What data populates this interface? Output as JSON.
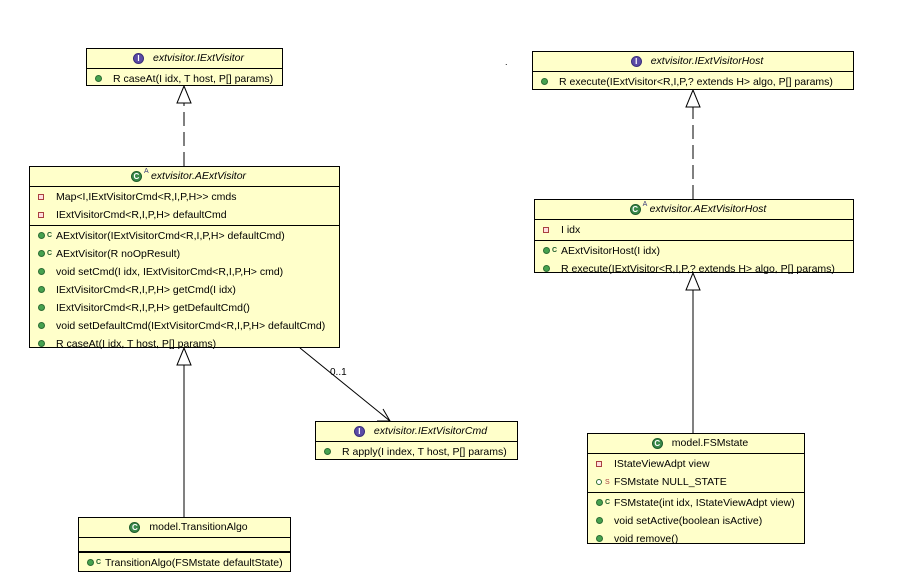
{
  "boxes": {
    "iextvisitor": {
      "name": "extvisitor.IExtVisitor",
      "methods": [
        "R caseAt(I idx, T host, P[] params)"
      ]
    },
    "aextvisitor": {
      "name": "extvisitor.AExtVisitor",
      "abstract_marker": "A",
      "fields": [
        "Map<I,IExtVisitorCmd<R,I,P,H>> cmds",
        "IExtVisitorCmd<R,I,P,H> defaultCmd"
      ],
      "methods": [
        "AExtVisitor(IExtVisitorCmd<R,I,P,H> defaultCmd)",
        "AExtVisitor(R noOpResult)",
        "void setCmd(I idx, IExtVisitorCmd<R,I,P,H> cmd)",
        "IExtVisitorCmd<R,I,P,H> getCmd(I idx)",
        "IExtVisitorCmd<R,I,P,H> getDefaultCmd()",
        "void setDefaultCmd(IExtVisitorCmd<R,I,P,H> defaultCmd)",
        "R caseAt(I idx, T host, P[] params)"
      ]
    },
    "iextvisitorcmd": {
      "name": "extvisitor.IExtVisitorCmd",
      "methods": [
        "R apply(I index, T host, P[] params)"
      ]
    },
    "transitionalgo": {
      "name": "model.TransitionAlgo",
      "methods": [
        "TransitionAlgo(FSMstate defaultState)"
      ]
    },
    "iextvisitorhost": {
      "name": "extvisitor.IExtVisitorHost",
      "methods": [
        "R execute(IExtVisitor<R,I,P,? extends H> algo, P[] params)"
      ]
    },
    "aextvisitorhost": {
      "name": "extvisitor.AExtVisitorHost",
      "abstract_marker": "A",
      "fields": [
        "I idx"
      ],
      "methods": [
        "AExtVisitorHost(I idx)",
        "R execute(IExtVisitor<R,I,P,? extends H> algo, P[] params)"
      ]
    },
    "fsmstate": {
      "name": "model.FSMstate",
      "fields": [
        "IStateViewAdpt view",
        "FSMstate NULL_STATE"
      ],
      "methods": [
        "FSMstate(int idx, IStateViewAdpt view)",
        "void setActive(boolean isActive)",
        "void remove()"
      ]
    }
  },
  "markers": {
    "constructor": "C",
    "static": "S",
    "interface": "I",
    "class": "C"
  },
  "association": {
    "multiplicity": "0..1"
  },
  "stray": "."
}
